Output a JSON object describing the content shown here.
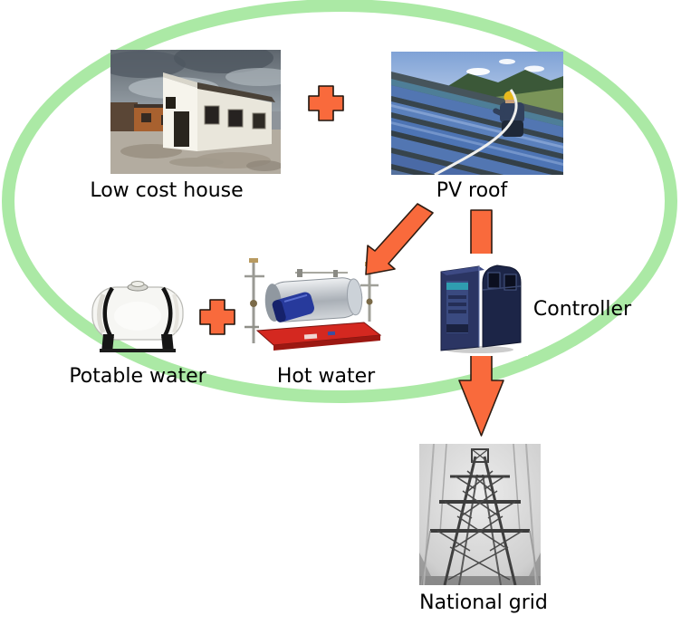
{
  "diagram": {
    "title_hint": "Solar PV low-cost-house energy and water cycle diagram",
    "labels": {
      "low_cost_house": "Low cost house",
      "pv_roof": "PV roof",
      "controller": "Controller",
      "potable_water": "Potable water",
      "hot_water": "Hot water",
      "national_grid": "National grid"
    },
    "connectors": [
      {
        "type": "plus",
        "between": [
          "low_cost_house",
          "pv_roof"
        ]
      },
      {
        "type": "plus",
        "between": [
          "potable_water",
          "hot_water"
        ]
      },
      {
        "type": "arrow",
        "from": "pv_roof",
        "to": "hot_water",
        "direction": "down-left"
      },
      {
        "type": "arrow",
        "from": "pv_roof",
        "to": "national_grid",
        "via": "controller",
        "direction": "down"
      }
    ],
    "icons": [
      "plus-icon",
      "arrow-down-left-icon",
      "arrow-down-icon",
      "cycle-ellipse"
    ],
    "colors": {
      "accent_orange": "#f96a3c",
      "accent_orange_outline": "#2e1c12",
      "cycle_green": "#abe9a5",
      "text": "#000000",
      "background": "#ffffff"
    }
  }
}
